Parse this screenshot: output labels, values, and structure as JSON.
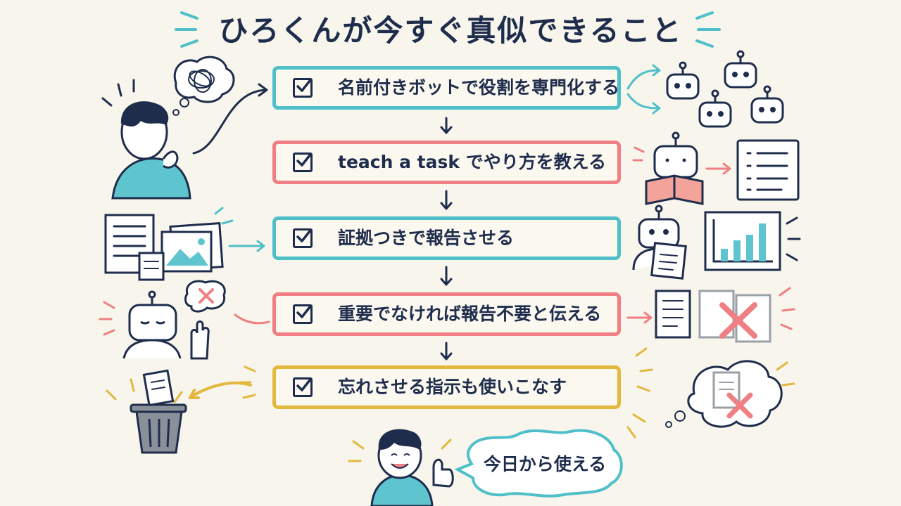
{
  "title": "ひろくんが今すぐ真似できること",
  "steps": [
    {
      "label": "名前付きボットで役割を専門化する",
      "color": "#4fc0c9"
    },
    {
      "label": "teach a task でやり方を教える",
      "color": "#ef7f82"
    },
    {
      "label": "証拠つきで報告させる",
      "color": "#4fc0c9"
    },
    {
      "label": "重要でなければ報告不要と伝える",
      "color": "#ef7f82"
    },
    {
      "label": "忘れさせる指示も使いこなす",
      "color": "#e2b83e"
    }
  ],
  "closing_bubble": "今日から使える",
  "colors": {
    "ink": "#1f2d4d",
    "teal": "#4fc0c9",
    "red": "#ef7f82",
    "gold": "#e2b83e",
    "background": "#f8f5ec"
  }
}
